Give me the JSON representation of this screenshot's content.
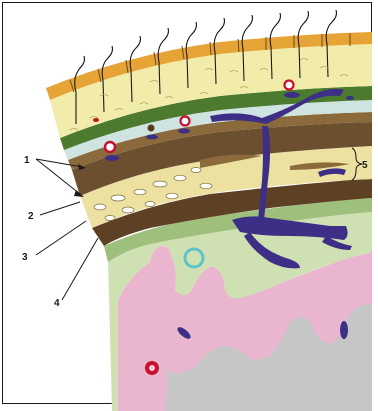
{
  "figure": {
    "labels": [
      {
        "id": "label-1",
        "text": "1"
      },
      {
        "id": "label-2",
        "text": "2"
      },
      {
        "id": "label-3",
        "text": "3"
      },
      {
        "id": "label-4",
        "text": "4"
      },
      {
        "id": "label-5",
        "text": "5"
      }
    ],
    "colors": {
      "skin": "#e7a436",
      "dermis": "#f1eca9",
      "galea": "#4c7a2f",
      "loose_tissue": "#e3eecb",
      "pericranium": "#6b4f2f",
      "outer_table": "#efe7a0",
      "diploe": "#ece1a0",
      "inner_table": "#5e4125",
      "dura": "#9ec07c",
      "arachnoid": "#cfe1b3",
      "cortex": "#eab6cf",
      "white_matter": "#c6c6c6",
      "vessel": "#3d2e86",
      "artery": "#c8102e"
    }
  }
}
